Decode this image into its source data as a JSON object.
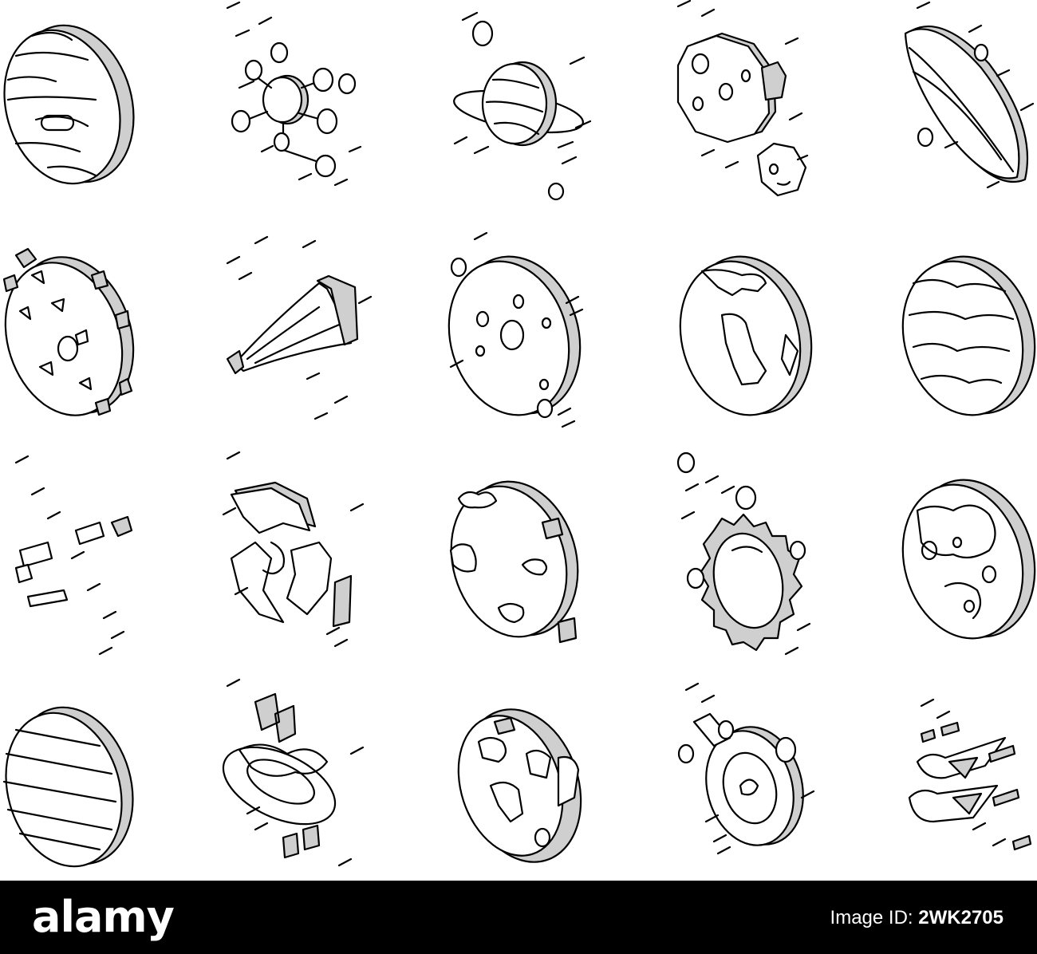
{
  "footer": {
    "logo_text": "alamy",
    "image_id_label": "Image ID: ",
    "image_id": "2WK2705",
    "url": "www.alamy.com"
  },
  "colors": {
    "background": "#ffffff",
    "stroke": "#000000",
    "footer_background": "#000000",
    "footer_text": "#ffffff",
    "shade": "#cfcfcf"
  },
  "icons": [
    "banded-planet-icon",
    "molecule-satellites-icon",
    "ringed-planet-icon",
    "asteroid-rocks-icon",
    "edge-on-galaxy-icon",
    "cratered-moon-rocks-icon",
    "comet-icon",
    "moon-with-satellites-icon",
    "earth-continents-icon",
    "jupiter-stripes-icon",
    "space-debris-icon",
    "black-hole-swirl-icon",
    "cloudy-planet-icon",
    "sun-corona-icon",
    "spotted-moon-icon",
    "striped-gas-giant-icon",
    "accretion-disk-icon",
    "earth-clouds-icon",
    "planet-with-moons-icon",
    "meteor-shower-icon"
  ]
}
